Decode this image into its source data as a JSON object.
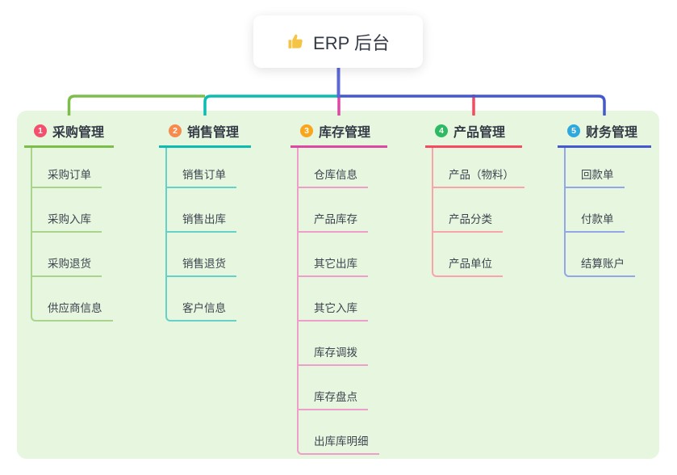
{
  "canvas": {
    "background": "#ffffff",
    "panel_background": "#e6f6df"
  },
  "root": {
    "title": "ERP 后台",
    "icon": "thumbs-up-icon",
    "icon_color": "#f6c445",
    "line_color": "#5c68d8"
  },
  "branches": [
    {
      "badge": "1",
      "badge_color": "#f4506e",
      "label": "采购管理",
      "color": "#7dbe4b",
      "child_color": "#aad48b",
      "children": [
        "采购订单",
        "采购入库",
        "采购退货",
        "供应商信息"
      ]
    },
    {
      "badge": "2",
      "badge_color": "#f88a4b",
      "label": "销售管理",
      "color": "#0dbcb0",
      "child_color": "#64d2c8",
      "children": [
        "销售订单",
        "销售出库",
        "销售退货",
        "客户信息"
      ]
    },
    {
      "badge": "3",
      "badge_color": "#f9a61d",
      "label": "库存管理",
      "color": "#dc48a2",
      "child_color": "#ef9dca",
      "children": [
        "仓库信息",
        "产品库存",
        "其它出库",
        "其它入库",
        "库存调拨",
        "库存盘点",
        "出库库明细"
      ]
    },
    {
      "badge": "4",
      "badge_color": "#2eba62",
      "label": "产品管理",
      "color": "#f84a5e",
      "child_color": "#faa3aa",
      "children": [
        "产品（物料）",
        "产品分类",
        "产品单位"
      ]
    },
    {
      "badge": "5",
      "badge_color": "#2fa9dd",
      "label": "财务管理",
      "color": "#4458d0",
      "child_color": "#92a6e8",
      "children": [
        "回款单",
        "付款单",
        "结算账户"
      ]
    }
  ]
}
